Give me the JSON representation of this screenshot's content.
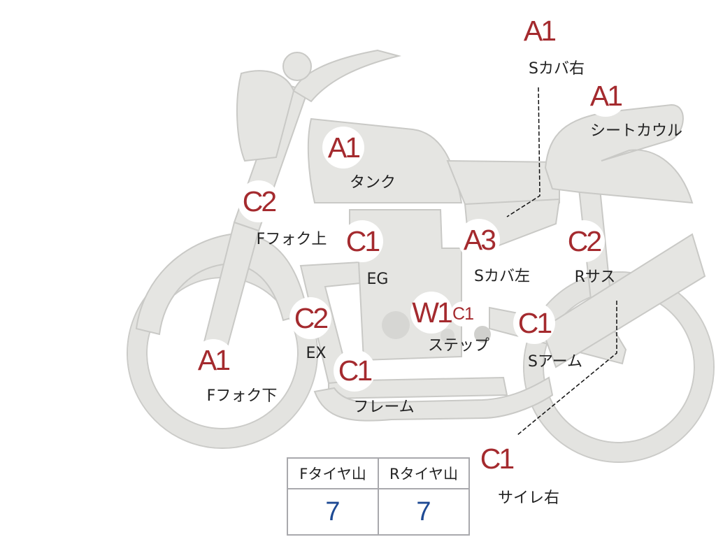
{
  "markers": [
    {
      "id": "s-cover-right",
      "grade": "A1",
      "label": "Sカバ右"
    },
    {
      "id": "seat-cowl",
      "grade": "A1",
      "label": "シートカウル"
    },
    {
      "id": "tank",
      "grade": "A1",
      "label": "タンク"
    },
    {
      "id": "front-fork-upper",
      "grade": "C2",
      "label": "Fフォク上"
    },
    {
      "id": "engine",
      "grade": "C1",
      "label": "EG"
    },
    {
      "id": "s-cover-left",
      "grade": "A3",
      "label": "Sカバ左"
    },
    {
      "id": "rear-suspension",
      "grade": "C2",
      "label": "Rサス"
    },
    {
      "id": "exhaust",
      "grade": "C2",
      "label": "EX"
    },
    {
      "id": "step",
      "grade": "W1",
      "grade2": "C1",
      "label": "ステップ"
    },
    {
      "id": "swing-arm",
      "grade": "C1",
      "label": "Sアーム"
    },
    {
      "id": "front-fork-lower",
      "grade": "A1",
      "label": "Fフォク下"
    },
    {
      "id": "frame",
      "grade": "C1",
      "label": "フレーム"
    },
    {
      "id": "silencer-right",
      "grade": "C1",
      "label": "サイレ右"
    }
  ],
  "tire_table": {
    "headers": [
      "Fタイヤ山",
      "Rタイヤ山"
    ],
    "values": [
      "7",
      "7"
    ]
  },
  "colors": {
    "grade_text": "#a42a2e",
    "bike_fill": "#e5e5e2",
    "bike_stroke": "#c9c9c6",
    "tire_value": "#1e4a94"
  }
}
